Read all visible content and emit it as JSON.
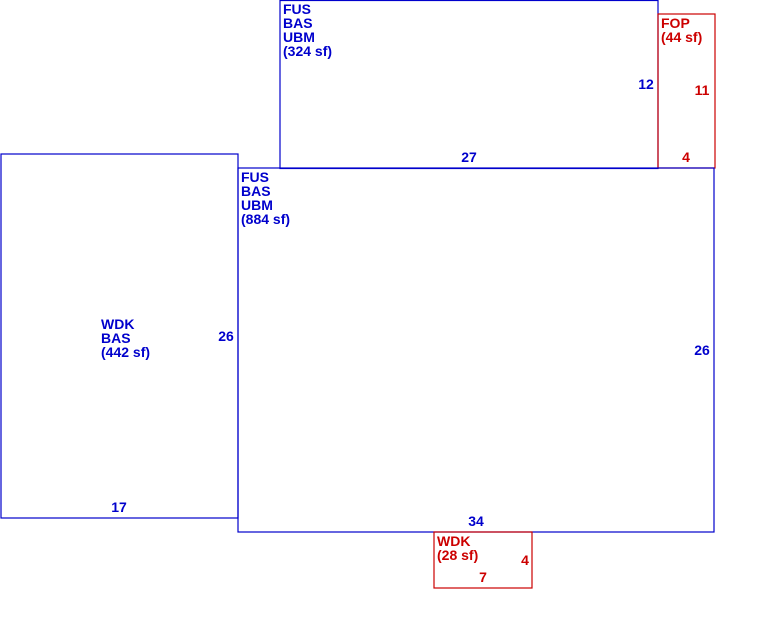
{
  "colors": {
    "main": "#0000cc",
    "accent": "#cc0000",
    "background": "#ffffff"
  },
  "areas": {
    "upper": {
      "codes": [
        "FUS",
        "BAS",
        "UBM"
      ],
      "area": "(324 sf)",
      "color": "#0000cc"
    },
    "main": {
      "codes": [
        "FUS",
        "BAS",
        "UBM"
      ],
      "area": "(884 sf)",
      "color": "#0000cc"
    },
    "left": {
      "codes": [
        "WDK",
        "BAS"
      ],
      "area": "(442 sf)",
      "color": "#0000cc"
    },
    "porch": {
      "codes": [
        "FOP"
      ],
      "area": "(44 sf)",
      "color": "#cc0000"
    },
    "deck": {
      "codes": [
        "WDK"
      ],
      "area": "(28 sf)",
      "color": "#cc0000"
    }
  },
  "dimensions": {
    "upper_height": "12",
    "upper_width": "27",
    "porch_height": "11",
    "porch_width": "4",
    "left_height": "26",
    "left_width": "17",
    "main_height": "26",
    "main_width": "34",
    "deck_height": "4",
    "deck_width": "7"
  }
}
